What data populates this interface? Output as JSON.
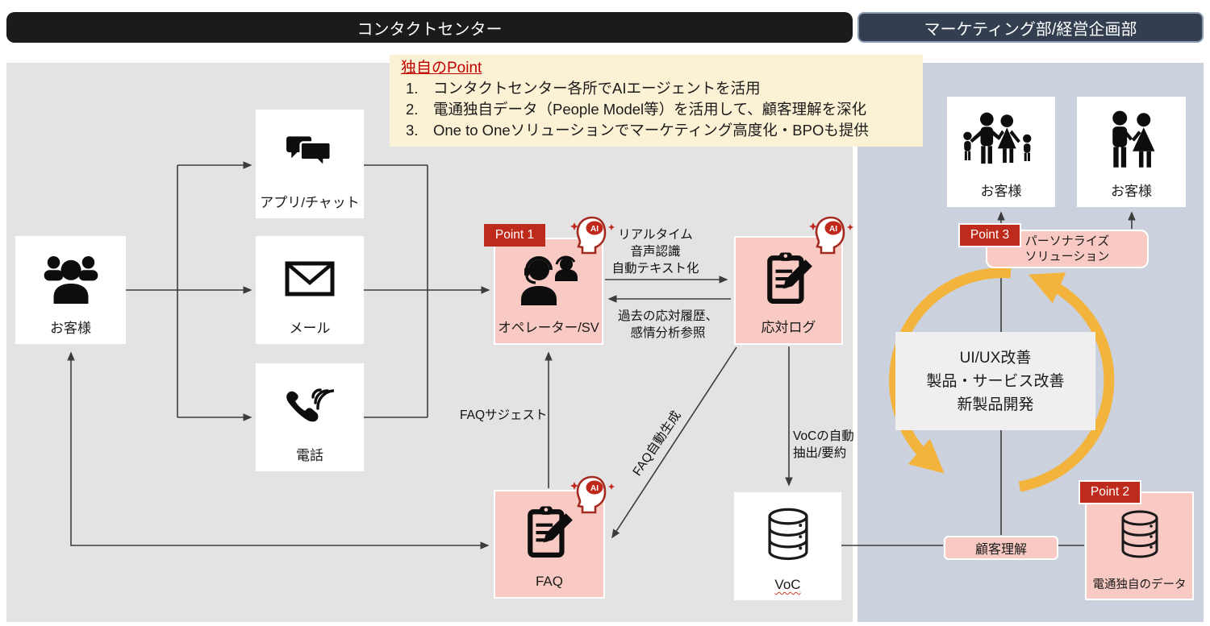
{
  "colors": {
    "panel_left_bg": "#E3E3E4",
    "panel_right_bg": "#CBD2DE",
    "header_left_bg": "#1B1B1B",
    "header_right_bg": "#333F50",
    "note_bg": "#FBF1D4",
    "note_title_red": "#C00000",
    "pink_box": "#F9CAC3",
    "badge_red": "#BE2A1B",
    "cycle_yellow": "#F2B43C",
    "line_dark": "#3C3C3C"
  },
  "headers": {
    "left": "コンタクトセンター",
    "right": "マーケティング部/経営企画部"
  },
  "note": {
    "title": "独自のPoint",
    "items": [
      {
        "num": "1.",
        "text": "コンタクトセンター各所でAIエージェントを活用"
      },
      {
        "num": "2.",
        "text": "電通独自データ（People Model等）を活用して、顧客理解を深化"
      },
      {
        "num": "3.",
        "text": "One to Oneソリューションでマーケティング高度化・BPOも提供"
      }
    ]
  },
  "nodes": {
    "customer_left": "お客様",
    "app_chat": "アプリ/チャット",
    "mail": "メール",
    "phone": "電話",
    "operator": "オペレーター/SV",
    "response_log": "応対ログ",
    "faq": "FAQ",
    "voc": "VoC",
    "customer_family": "お客様",
    "customer_couple": "お客様",
    "personalize": {
      "line1": "パーソナライズ",
      "line2": "ソリューション"
    },
    "improvement": {
      "line1": "UI/UX改善",
      "line2": "製品・サービス改善",
      "line3": "新製品開発"
    },
    "understanding": "顧客理解",
    "dentsu_data": "電通独自のデータ"
  },
  "badges": {
    "point1": "Point 1",
    "point2": "Point 2",
    "point3": "Point 3"
  },
  "edges": {
    "realtime": {
      "l1": "リアルタイム",
      "l2": "音声認識",
      "l3": "自動テキスト化"
    },
    "past": {
      "l1": "過去の応対履歴、",
      "l2": "感情分析参照"
    },
    "faq_suggest": "FAQサジェスト",
    "faq_autogen": "FAQ自動生成",
    "voc_extract": {
      "l1": "VoCの自動",
      "l2": "抽出/要約"
    }
  },
  "ai_icon": {
    "label": "AI"
  }
}
